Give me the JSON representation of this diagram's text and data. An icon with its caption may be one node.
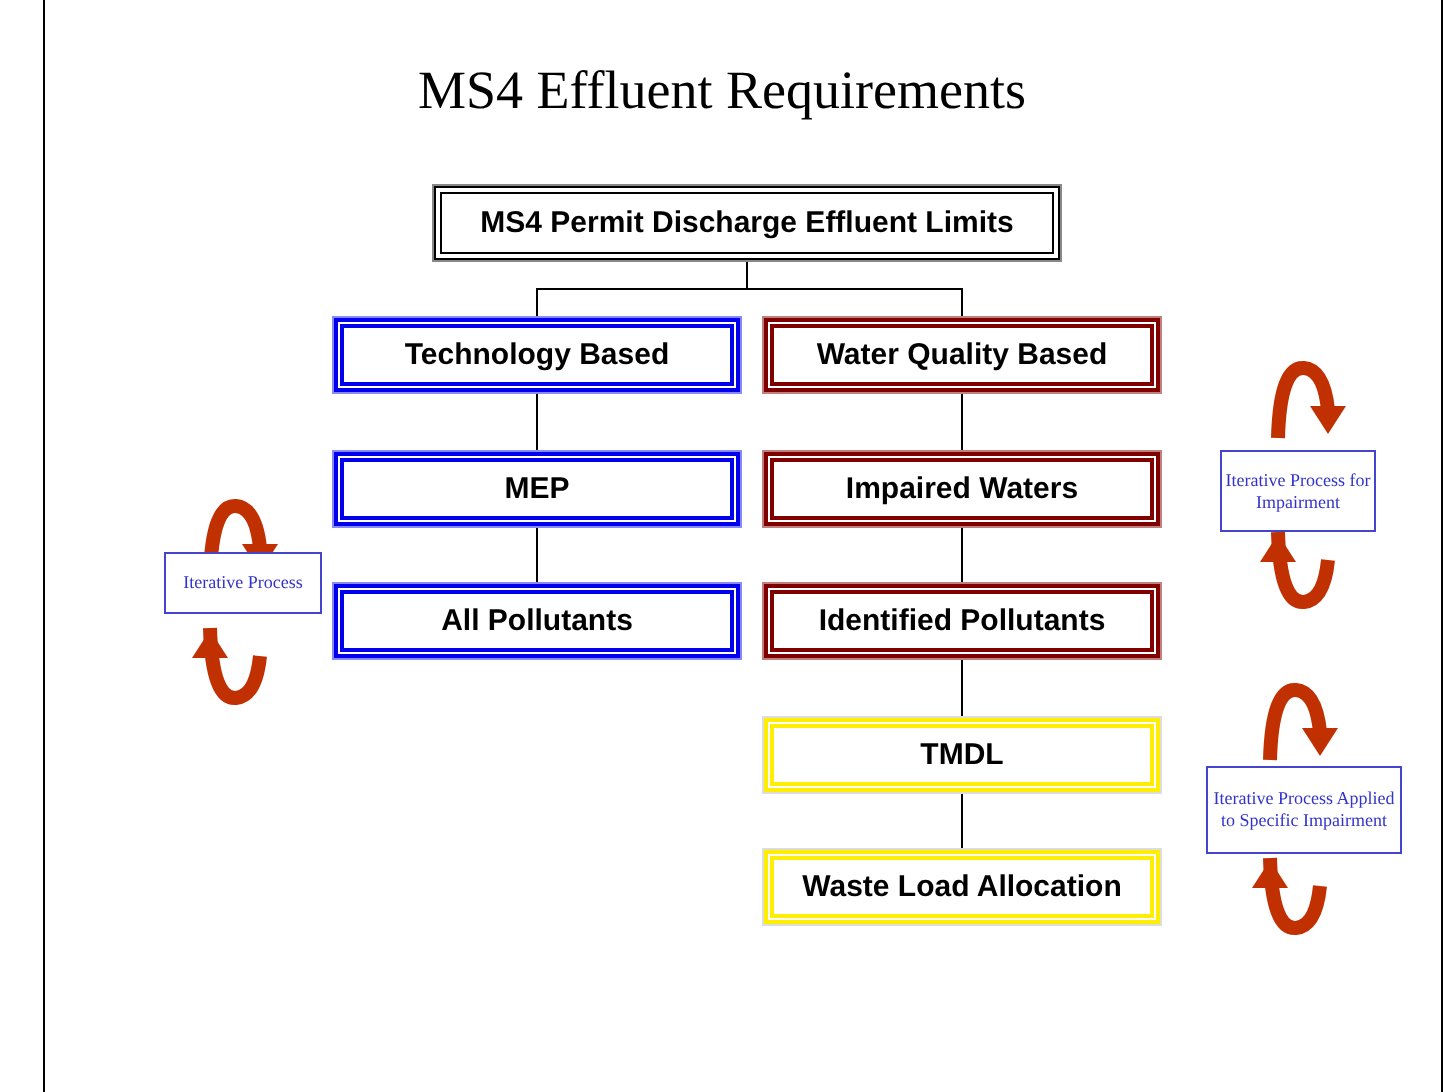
{
  "diagram": {
    "title": "MS4 Effluent Requirements",
    "nodes": [
      {
        "text": [
          "MS4 Permit Discharge Effluent Limits"
        ]
      },
      {
        "text": [
          "Technology Based"
        ]
      },
      {
        "text": [
          "Water Quality Based"
        ]
      },
      {
        "text": [
          "MEP"
        ]
      },
      {
        "text": [
          "Impaired Waters"
        ]
      },
      {
        "text": [
          "All Pollutants"
        ]
      },
      {
        "text": [
          "Identified Pollutants"
        ]
      },
      {
        "text": [
          "TMDL"
        ]
      },
      {
        "text": [
          "Waste Load Allocation"
        ]
      },
      {
        "text": [
          "Iterative Process"
        ]
      },
      {
        "text": [
          "Iterative Process for Impairment"
        ]
      },
      {
        "text": [
          "Iterative Process Applied to Specific Impairment"
        ]
      }
    ],
    "edges": [
      {
        "from": 0,
        "to": 1,
        "arrow": "none"
      },
      {
        "from": 0,
        "to": 2,
        "arrow": "none"
      },
      {
        "from": 1,
        "to": 3,
        "arrow": "none"
      },
      {
        "from": 3,
        "to": 5,
        "arrow": "none"
      },
      {
        "from": 2,
        "to": 4,
        "arrow": "none"
      },
      {
        "from": 4,
        "to": 6,
        "arrow": "none"
      },
      {
        "from": 6,
        "to": 7,
        "arrow": "none"
      },
      {
        "from": 7,
        "to": 8,
        "arrow": "none"
      }
    ]
  }
}
